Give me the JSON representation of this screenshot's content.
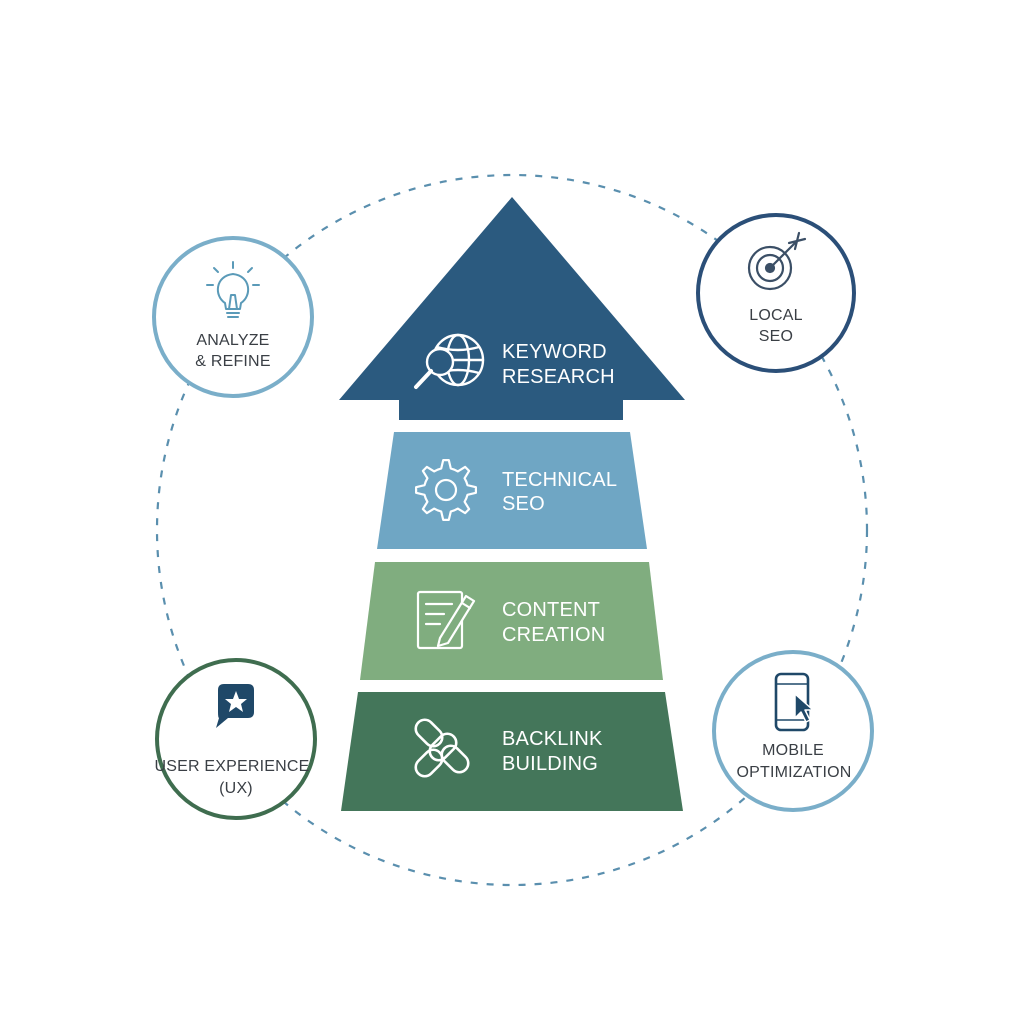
{
  "colors": {
    "navy": "#2b5a7f",
    "steel_blue": "#6fa6c4",
    "sage_green": "#80ad7f",
    "forest_green": "#44765a",
    "dashed_circle": "#5a8fae",
    "node_navy_ring": "#2b4f78",
    "node_light_blue_ring": "#7aaec9",
    "node_green_ring": "#3f6d4f",
    "node_text": "#3a3f45"
  },
  "pyramid": {
    "tiers": [
      {
        "id": "keyword",
        "line1": "KEYWORD",
        "line2": "RESEARCH",
        "icon": "globe-magnifier-icon",
        "color": "#2b5a7f"
      },
      {
        "id": "technical",
        "line1": "TECHNICAL",
        "line2": "SEO",
        "icon": "gear-icon",
        "color": "#6fa6c4"
      },
      {
        "id": "content",
        "line1": "CONTENT",
        "line2": "CREATION",
        "icon": "document-pencil-icon",
        "color": "#80ad7f"
      },
      {
        "id": "backlink",
        "line1": "BACKLINK",
        "line2": "BUILDING",
        "icon": "chain-link-icon",
        "color": "#44765a"
      }
    ]
  },
  "nodes": [
    {
      "id": "analyze",
      "line1": "ANALYZE",
      "line2": "& REFINE",
      "icon": "lightbulb-icon",
      "ring_color": "#7aaec9"
    },
    {
      "id": "local",
      "line1": "LOCAL",
      "line2": "SEO",
      "icon": "target-arrow-icon",
      "ring_color": "#2b4f78"
    },
    {
      "id": "ux",
      "line1": "USER EXPERIENCE",
      "line2": "(UX)",
      "icon": "chat-star-icon",
      "ring_color": "#3f6d4f"
    },
    {
      "id": "mobile",
      "line1": "MOBILE",
      "line2": "OPTIMIZATION",
      "icon": "phone-cursor-icon",
      "ring_color": "#7aaec9"
    }
  ]
}
